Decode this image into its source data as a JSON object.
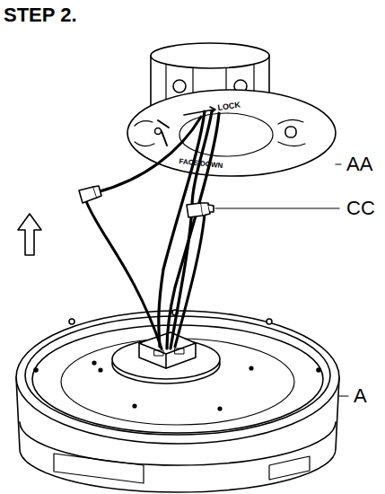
{
  "diagram": {
    "title": "STEP 2.",
    "labels": [
      "LOCK",
      "FACE DOWN",
      "AA",
      "CC",
      "A"
    ]
  }
}
